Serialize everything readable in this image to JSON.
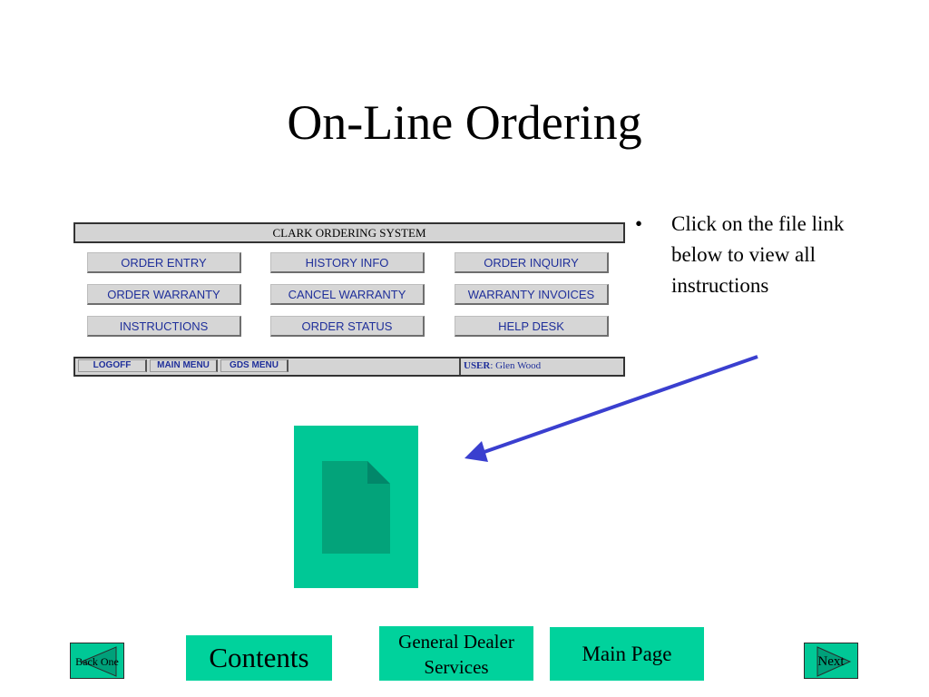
{
  "slide": {
    "title": "On-Line Ordering",
    "bullet_text": "Click on the file link below to view all instructions"
  },
  "ordering_system": {
    "header": "CLARK ORDERING SYSTEM",
    "buttons": [
      "ORDER ENTRY",
      "HISTORY INFO",
      "ORDER INQUIRY",
      "ORDER WARRANTY",
      "CANCEL WARRANTY",
      "WARRANTY INVOICES",
      "INSTRUCTIONS",
      "ORDER STATUS",
      "HELP DESK"
    ],
    "footer": {
      "logoff": "LOGOFF",
      "main_menu": "MAIN MENU",
      "gds_menu": "GDS MENU",
      "user_label": "USER",
      "user_name": ": Glen Wood"
    }
  },
  "file_link": {
    "icon": "document-icon",
    "color": "#00c896"
  },
  "navigation": {
    "back_one": "Back One",
    "contents": "Contents",
    "general_dealer_line1": "General Dealer",
    "general_dealer_line2": "Services",
    "main_page": "Main Page",
    "next": "Next"
  },
  "colors": {
    "accent": "#00c896",
    "arrow": "#3a3fcf",
    "button_text": "#1f2f9a"
  }
}
